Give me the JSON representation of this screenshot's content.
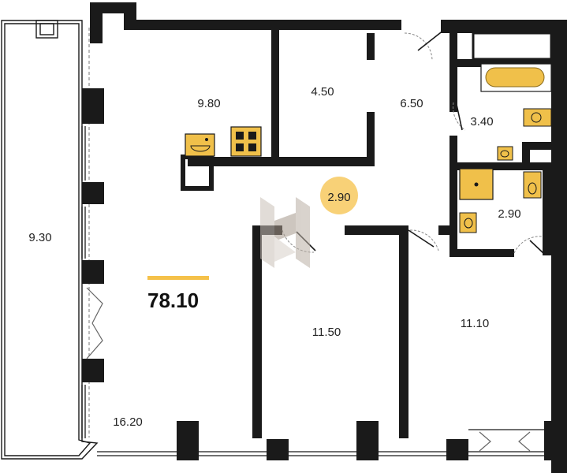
{
  "plan": {
    "total_area": "78.10",
    "accent_color": "#f5c14a",
    "wall_color": "#1a1a1a",
    "fixture_color": "#f0c04a",
    "logo": "H",
    "rooms": {
      "balcony": "9.30",
      "kitchen": "9.80",
      "storage": "4.50",
      "hall": "6.50",
      "bathroom": "3.40",
      "corridor": "2.90",
      "wc": "2.90",
      "living": "16.20",
      "bedroom_1": "11.50",
      "bedroom_2": "11.10"
    }
  }
}
